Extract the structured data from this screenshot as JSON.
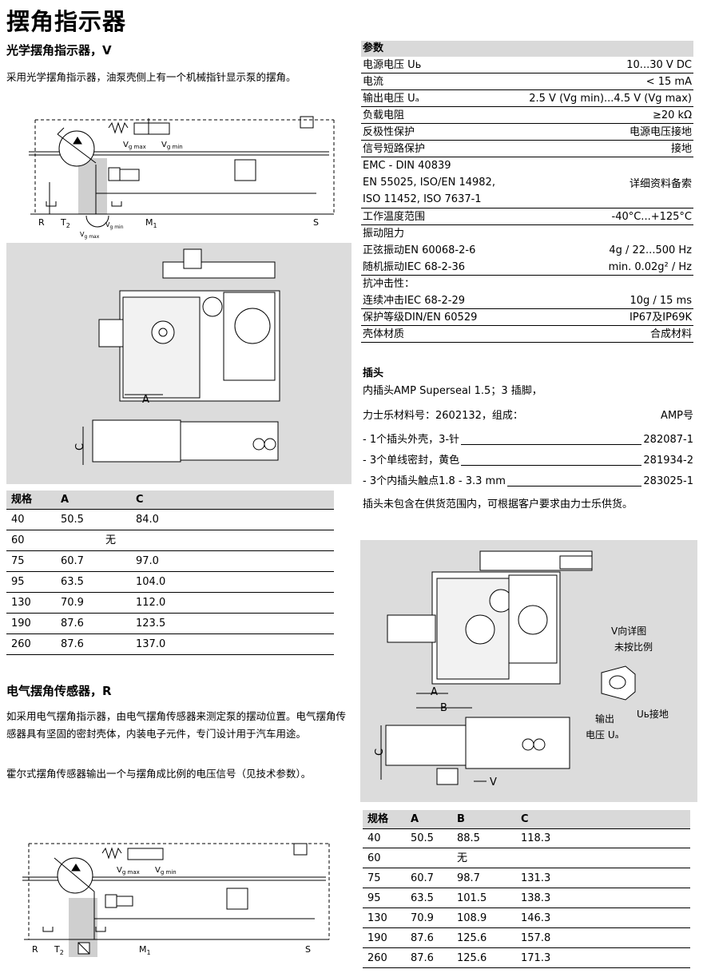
{
  "title": "摆角指示器",
  "optical": {
    "heading": "光学摆角指示器，V",
    "desc": "采用光学摆角指示器，油泵壳侧上有一个机械指针显示泵的摆角。",
    "schematic_labels": {
      "r": "R",
      "t2": "T",
      "t2_sub": "2",
      "m1": "M",
      "m1_sub": "1",
      "s": "S",
      "vgmax": "V",
      "vgmax_sub": "g max",
      "vgmin": "V",
      "vgmin_sub": "g min"
    },
    "drawing_labels": {
      "a": "A",
      "c": "C"
    }
  },
  "table_v": {
    "headers": [
      "规格",
      "A",
      "C"
    ],
    "rows": [
      [
        "40",
        "50.5",
        "84.0"
      ],
      [
        "60",
        "无",
        ""
      ],
      [
        "75",
        "60.7",
        "97.0"
      ],
      [
        "95",
        "63.5",
        "104.0"
      ],
      [
        "130",
        "70.9",
        "112.0"
      ],
      [
        "190",
        "87.6",
        "123.5"
      ],
      [
        "260",
        "87.6",
        "137.0"
      ]
    ]
  },
  "electric": {
    "heading": "电气摆角传感器，R",
    "desc1": "如采用电气摆角指示器，由电气摆角传感器来测定泵的摆动位置。电气摆角传感器具有坚固的密封壳体，内装电子元件，专门设计用于汽车用途。",
    "desc2": "霍尔式摆角传感器输出一个与摆角成比例的电压信号（见技术参数）。"
  },
  "params": {
    "header": "参数",
    "rows": [
      {
        "l": "电源电压 Uь",
        "r": "10...30 V DC"
      },
      {
        "l": "电流",
        "r": "< 15 mA"
      },
      {
        "l": "输出电压 Uₐ",
        "r": "2.5 V (Vg min)...4.5 V (Vg max)"
      },
      {
        "l": "负载电阻",
        "r": "≥20 kΩ"
      },
      {
        "l": "反极性保护",
        "r": "电源电压接地"
      },
      {
        "l": "信号短路保护",
        "r": "接地"
      }
    ],
    "emc": [
      "EMC - DIN 40839",
      "EN 55025, ISO/EN 14982,",
      "ISO 11452, ISO 7637-1"
    ],
    "emc_r": "详细资料备索",
    "rows2": [
      {
        "l": "工作温度范围",
        "r": "-40°C...+125°C"
      }
    ],
    "vib_label": "振动阻力",
    "rows3": [
      {
        "l": "正弦振动EN 60068-2-6",
        "r": "4g / 22...500 Hz"
      },
      {
        "l": "随机振动IEC 68-2-36",
        "r": "min. 0.02g² / Hz"
      }
    ],
    "shock_label": "抗冲击性：",
    "rows4": [
      {
        "l": "连续冲击IEC 68-2-29",
        "r": "10g / 15 ms"
      },
      {
        "l": "保护等级DIN/EN 60529",
        "r": "IP67及IP69K"
      },
      {
        "l": "壳体材质",
        "r": "合成材料"
      }
    ]
  },
  "connector": {
    "heading": "插头",
    "line1": "内插头AMP Superseal 1.5；3 插脚，",
    "line2_l": "力士乐材料号：2602132，组成：",
    "line2_r": "AMP号",
    "items": [
      {
        "l": "- 1个插头外壳，3-针",
        "r": "282087-1"
      },
      {
        "l": "- 3个单线密封，黄色",
        "r": "281934-2"
      },
      {
        "l": "- 3个内插头触点1.8 - 3.3 mm",
        "r": "283025-1"
      }
    ],
    "note": "插头未包含在供货范围内，可根据客户要求由力士乐供货。"
  },
  "drawing_r": {
    "view_label1": "V向详图",
    "view_label2": "未按比例",
    "out_label1": "输出",
    "out_label2": "电压 Uₐ",
    "ub_label": "Uь接地",
    "a": "A",
    "b": "B",
    "c": "C",
    "v": "V"
  },
  "table_r": {
    "headers": [
      "规格",
      "A",
      "B",
      "C"
    ],
    "rows": [
      [
        "40",
        "50.5",
        "88.5",
        "118.3"
      ],
      [
        "60",
        "",
        "无",
        ""
      ],
      [
        "75",
        "60.7",
        "98.7",
        "131.3"
      ],
      [
        "95",
        "63.5",
        "101.5",
        "138.3"
      ],
      [
        "130",
        "70.9",
        "108.9",
        "146.3"
      ],
      [
        "190",
        "87.6",
        "125.6",
        "157.8"
      ],
      [
        "260",
        "87.6",
        "125.6",
        "171.3"
      ]
    ]
  }
}
